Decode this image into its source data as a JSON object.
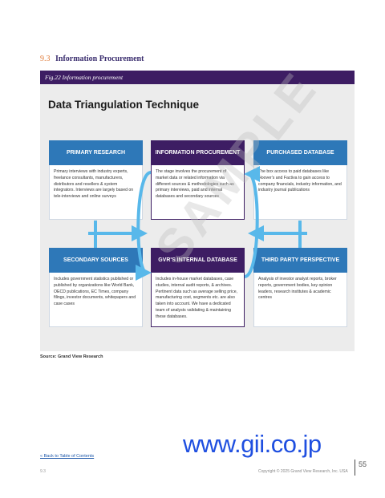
{
  "section": {
    "number": "9.3",
    "title": "Information Procurement"
  },
  "figure": {
    "caption": "Fig.22 Information procurement"
  },
  "diagram": {
    "title": "Data Triangulation Technique",
    "boxes": [
      {
        "title": "PRIMARY RESEARCH",
        "text": "Primary interviews with industry experts, freelance consultants, manufacturers, distributors and resellers & system integrators. Interviews are largely based on tele-interviews and online surveys"
      },
      {
        "title": "INFORMATION PROCUREMENT",
        "text": "The stage involves the procurement of market data or related information via different sources & methodologies such as primary interviews, paid and internal databases and secondary sources"
      },
      {
        "title": "PURCHASED DATABASE",
        "text": "The box access to paid databases like Hoover's and Factiva to gain access to company financials, industry information, and industry journal publications"
      },
      {
        "title": "SECONDARY SOURCES",
        "text": "Includes government statistics published or published by organizations like World Bank, OECD publications, EC Times, company filings, investor documents, whitepapers and case cases"
      },
      {
        "title": "GVR'S INTERNAL DATABASE",
        "text": "Includes in-house market databases, case studies, internal audit reports, & archives. Pertinent data such as average selling price, manufacturing cost, segments etc. are also taken into account. We have a dedicated team of analysts validating & maintaining these databases."
      },
      {
        "title": "THIRD PARTY PERSPECTIVE",
        "text": "Analysis of investor analyst reports, broker reports, government bodies, key opinion leaders, research institutes & academic centres"
      }
    ]
  },
  "source_note": "Source: Grand View Research",
  "watermark": "SAMPLE",
  "gii_logo": "www.gii.co.jp",
  "footer": {
    "toc_link": "« Back to Table of Contents",
    "left_ref": "9.3",
    "copyright": "Copyright © 2025 Grand View Research, Inc. USA",
    "page_number": "55"
  },
  "colors": {
    "purple": "#3d1d63",
    "blue": "#2e78b8",
    "arrow": "#58b8ea",
    "accent": "#e07b39"
  }
}
